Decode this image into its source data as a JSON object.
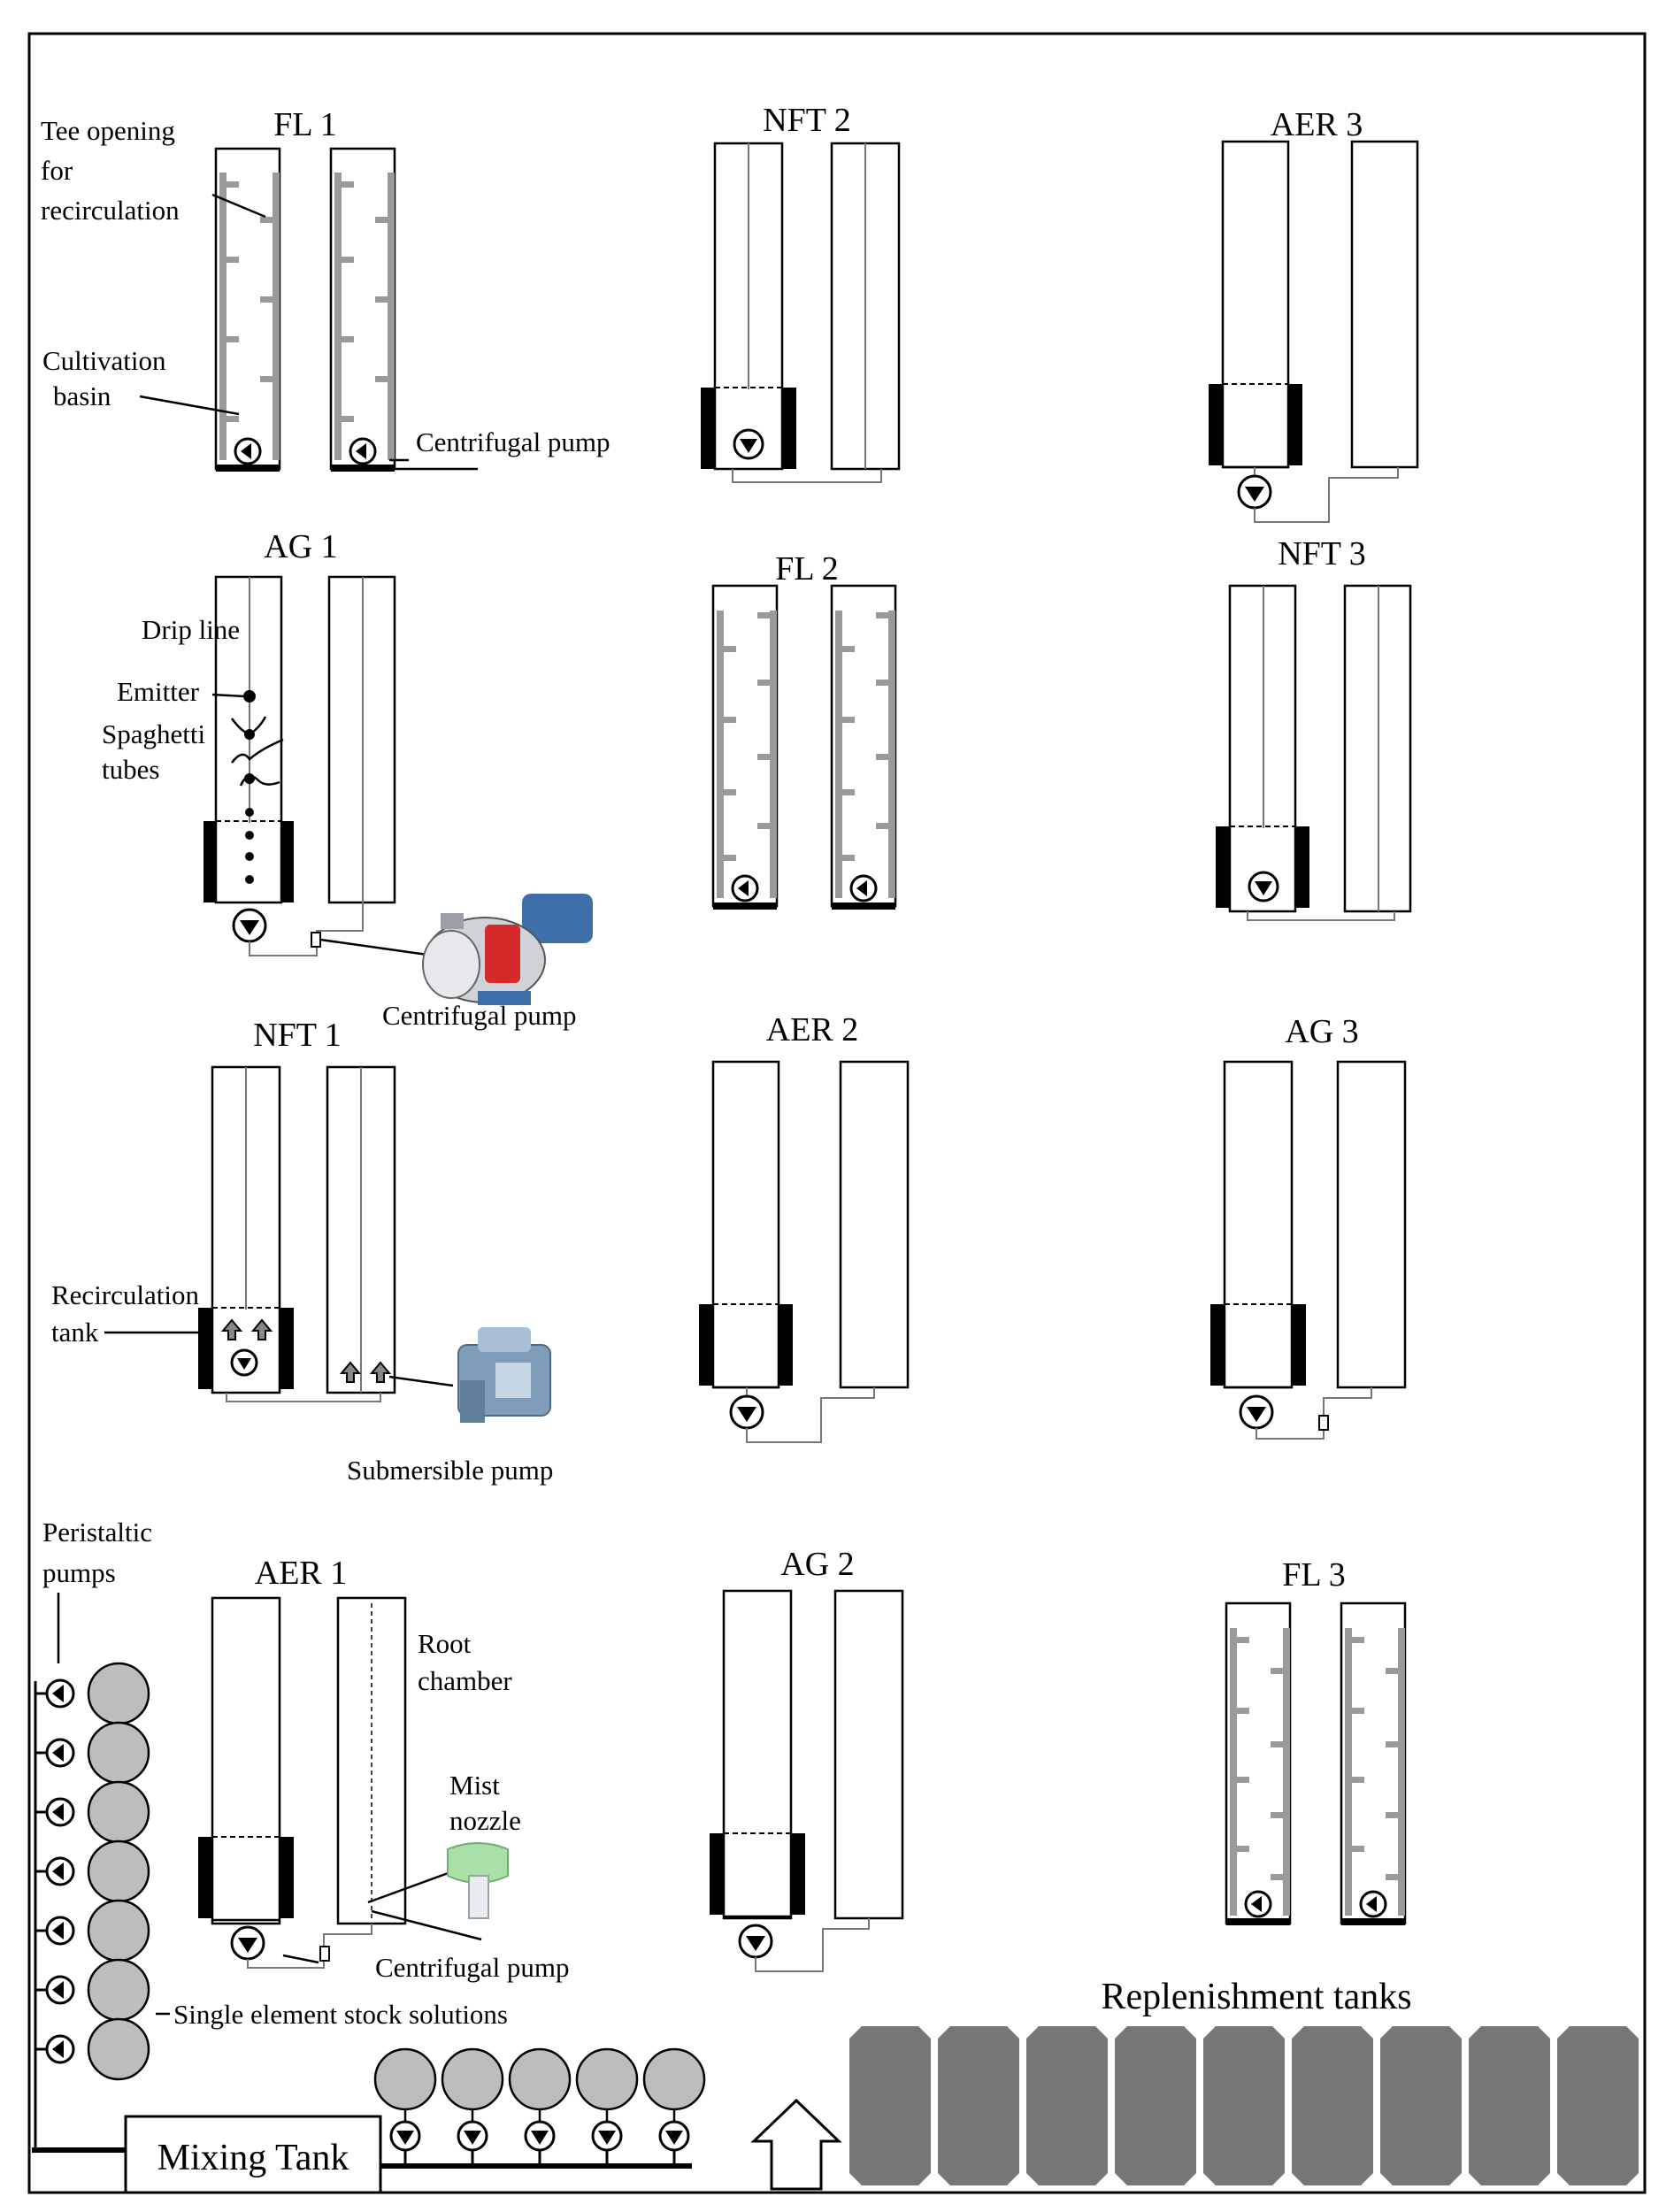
{
  "units": [
    {
      "id": "fl1",
      "title": "FL 1",
      "type": "FL"
    },
    {
      "id": "nft2",
      "title": "NFT 2",
      "type": "NFT"
    },
    {
      "id": "aer3",
      "title": "AER 3",
      "type": "AER"
    },
    {
      "id": "ag1",
      "title": "AG 1",
      "type": "AG"
    },
    {
      "id": "fl2",
      "title": "FL 2",
      "type": "FL"
    },
    {
      "id": "nft3",
      "title": "NFT 3",
      "type": "NFT"
    },
    {
      "id": "nft1",
      "title": "NFT 1",
      "type": "NFT"
    },
    {
      "id": "aer2",
      "title": "AER 2",
      "type": "AER"
    },
    {
      "id": "ag3",
      "title": "AG 3",
      "type": "AG"
    },
    {
      "id": "aer1",
      "title": "AER 1",
      "type": "AER"
    },
    {
      "id": "ag2",
      "title": "AG 2",
      "type": "AG"
    },
    {
      "id": "fl3",
      "title": "FL 3",
      "type": "FL"
    }
  ],
  "labels": {
    "tee_opening": [
      "Tee opening",
      "for",
      "recirculation"
    ],
    "cultivation_basin": [
      "Cultivation",
      "basin"
    ],
    "centrifugal_pump": "Centrifugal pump",
    "drip_line": "Drip line",
    "emitter": "Emitter",
    "spaghetti_tubes": [
      "Spaghetti",
      "tubes"
    ],
    "recirculation_tank": [
      "Recirculation",
      "tank"
    ],
    "submersible_pump": "Submersible pump",
    "peristaltic_pumps": [
      "Peristaltic",
      "pumps"
    ],
    "root_chamber": [
      "Root",
      "chamber"
    ],
    "mist_nozzle": [
      "Mist",
      "nozzle"
    ],
    "stock_solutions": "Single element stock solutions",
    "mixing_tank": "Mixing Tank",
    "replenishment_tanks": "Replenishment tanks"
  },
  "counts": {
    "peristaltic_pumps": 7,
    "stock_bottles_bottom": 5,
    "replenishment_tanks": 9
  },
  "colors": {
    "bottle_fill": "#bdbdbd",
    "tank_fill": "#777777",
    "pump_red": "#d42a2a",
    "pump_blue": "#3f6fa8",
    "nozzle_green": "#a8e0a8"
  }
}
